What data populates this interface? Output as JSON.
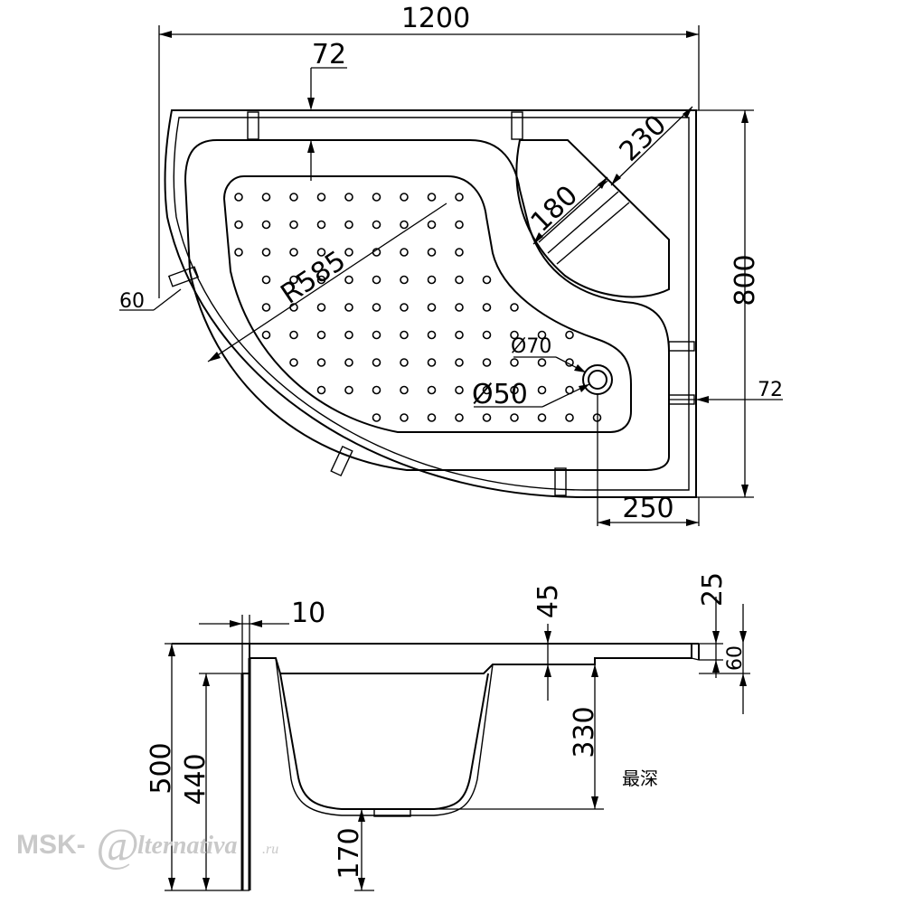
{
  "plan_view": {
    "dim_total_width": "1200",
    "dim_top_rim": "72",
    "dim_corner_seat": "230",
    "dim_seat_depth": "180",
    "dim_total_depth": "800",
    "dim_side_rim": "60",
    "dim_radius": "R585",
    "dim_drain_outer": "Ø70",
    "dim_drain_inner": "Ø50",
    "dim_right_rim": "72",
    "dim_drain_offset": "250"
  },
  "section_view": {
    "dim_wall": "10",
    "dim_step_height": "45",
    "dim_rim_height": "25",
    "dim_rim_total": "60",
    "dim_total_height": "500",
    "dim_panel_height": "440",
    "dim_depth": "330",
    "dim_leg": "170",
    "note_deepest": "最深"
  },
  "watermark": {
    "brand_prefix": "MSK-",
    "brand_glyph": "@",
    "brand_name": "lternativa",
    "brand_suffix": ".ru"
  }
}
